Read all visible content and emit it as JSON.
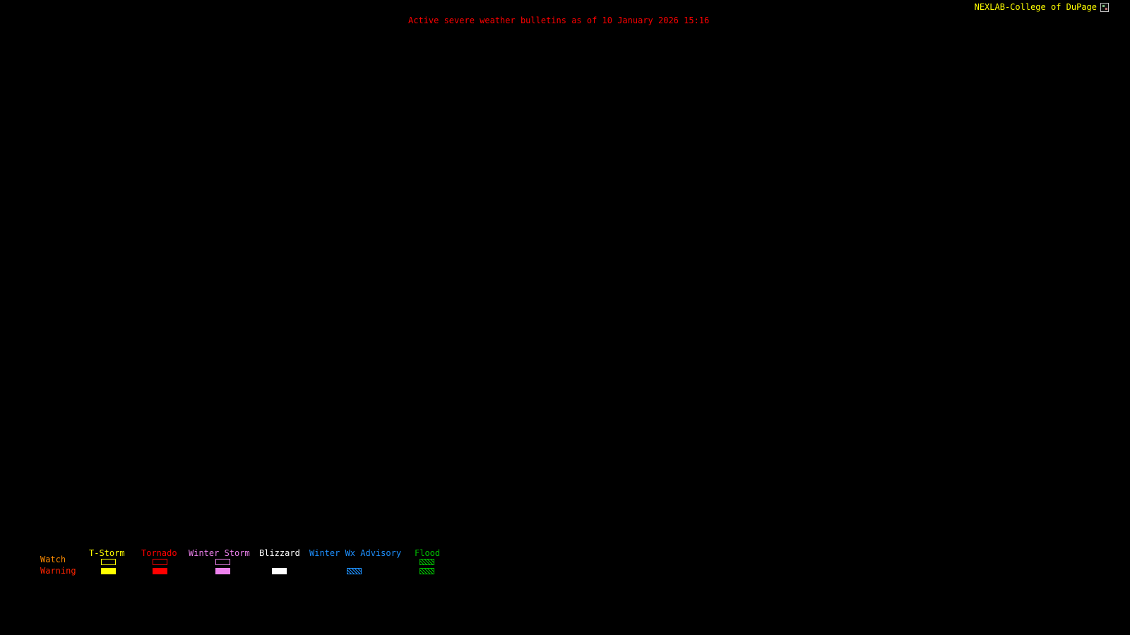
{
  "map": {
    "background": "#000000",
    "note_visible_features": "no active bulletin polygons visible; map area is blank/black"
  },
  "title": {
    "text": "Active severe weather bulletins as of 10 January 2026 15:16",
    "color": "#ff0000"
  },
  "brand": {
    "label": "NEXLAB-College of DuPage",
    "color": "#ffff00",
    "icon": "broken-image-icon"
  },
  "legend": {
    "watch_label": "Watch",
    "watch_label_color": "#ff8c00",
    "warning_label": "Warning",
    "warning_label_color": "#ff2400",
    "columns": [
      {
        "label": "T-Storm",
        "color": "#ffff00",
        "watch": "outline",
        "warning": "fill"
      },
      {
        "label": "Tornado",
        "color": "#ff0000",
        "watch": "outline",
        "warning": "fill"
      },
      {
        "label": "Winter Storm",
        "color": "#ee82ee",
        "watch": "outline",
        "warning": "fill"
      },
      {
        "label": "Blizzard",
        "color": "#ffffff",
        "watch": "none",
        "warning": "fill"
      },
      {
        "label": "Winter Wx Advisory",
        "color": "#1e90ff",
        "watch": "none",
        "warning": "hatch"
      },
      {
        "label": "Flood",
        "color": "#00c000",
        "watch": "hatch",
        "warning": "hatch"
      }
    ]
  }
}
